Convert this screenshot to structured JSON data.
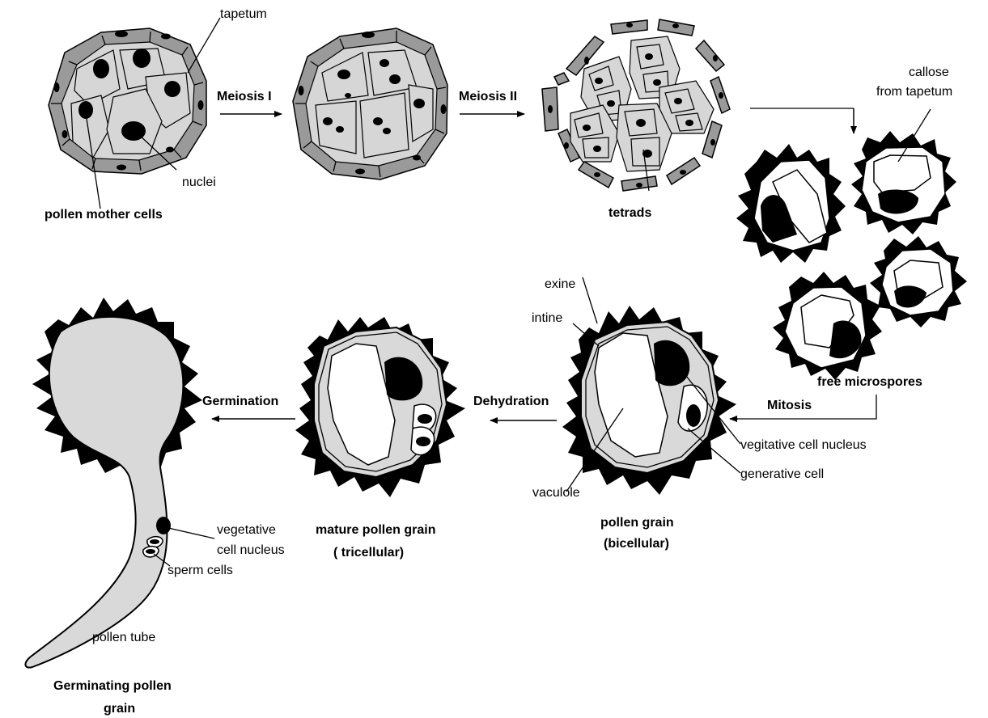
{
  "labels": {
    "tapetum": "tapetum",
    "nuclei": "nuclei",
    "pollen_mother_cells": "pollen mother cells",
    "meiosis_1": "Meiosis I",
    "meiosis_2": "Meiosis II",
    "tetrads": "tetrads",
    "callose_line1": "callose",
    "callose_line2": "from tapetum",
    "free_microspores": "free microspores",
    "mitosis": "Mitosis",
    "exine": "exine",
    "intine": "intine",
    "vegitative_cell_nucleus": "vegitative cell nucleus",
    "generative_cell": "generative cell",
    "vaculole": "vaculole",
    "pollen_grain_line1": "pollen grain",
    "pollen_grain_line2": "(bicellular)",
    "dehydration": "Dehydration",
    "mature_line1": "mature pollen grain",
    "mature_line2": "( tricellular)",
    "germination": "Germination",
    "vegetative_line1": "vegetative",
    "vegetative_line2": "cell nucleus",
    "sperm_cells": "sperm cells",
    "pollen_tube": "pollen tube",
    "germinating_line1": "Germinating pollen",
    "germinating_line2": "grain"
  }
}
